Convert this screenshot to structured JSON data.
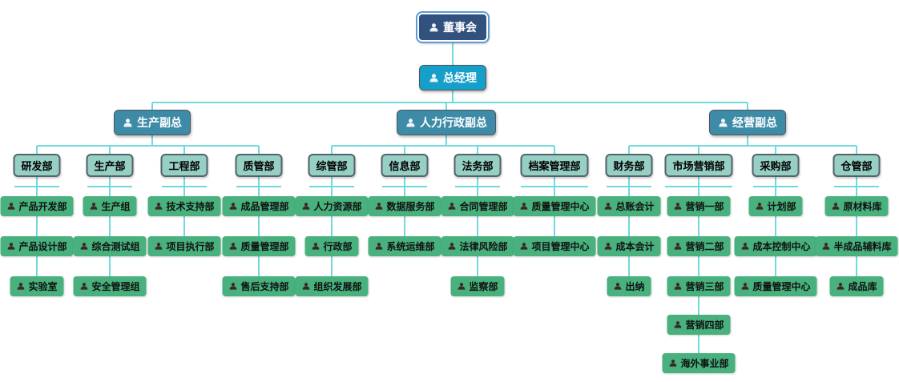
{
  "org": {
    "root_label": "董事会",
    "gm_label": "总经理",
    "branches": [
      {
        "label": "生产副总",
        "departments": [
          {
            "label": "研发部",
            "teams": [
              "产品开发部",
              "产品设计部",
              "实验室"
            ]
          },
          {
            "label": "生产部",
            "teams": [
              "生产组",
              "综合测试组",
              "安全管理组"
            ]
          },
          {
            "label": "工程部",
            "teams": [
              "技术支持部",
              "项目执行部"
            ]
          },
          {
            "label": "质管部",
            "teams": [
              "成品管理部",
              "质量管理部",
              "售后支持部"
            ]
          }
        ]
      },
      {
        "label": "人力行政副总",
        "departments": [
          {
            "label": "综管部",
            "teams": [
              "人力资源部",
              "行政部",
              "组织发展部"
            ]
          },
          {
            "label": "信息部",
            "teams": [
              "数据服务部",
              "系统运维部"
            ]
          },
          {
            "label": "法务部",
            "teams": [
              "合同管理部",
              "法律风险部",
              "监察部"
            ]
          },
          {
            "label": "档案管理部",
            "teams": [
              "质量管理中心",
              "项目管理中心"
            ]
          }
        ]
      },
      {
        "label": "经营副总",
        "departments": [
          {
            "label": "财务部",
            "teams": [
              "总账会计",
              "成本会计",
              "出纳"
            ]
          },
          {
            "label": "市场营销部",
            "teams": [
              "营销一部",
              "营销二部",
              "营销三部",
              "营销四部",
              "海外事业部"
            ]
          },
          {
            "label": "采购部",
            "teams": [
              "计划部",
              "成本控制中心",
              "质量管理中心"
            ]
          },
          {
            "label": "仓管部",
            "teams": [
              "原材料库",
              "半成品辅料库",
              "成品库"
            ]
          }
        ]
      }
    ],
    "colors": {
      "root_fill": "#33517e",
      "root_rim": "#5b9bd5",
      "gm_fill": "#16a0c9",
      "vp_fill": "#3e8ba7",
      "dept_fill": "#96cfc3",
      "team_fill": "#48b17e",
      "connector": "#70d9dc",
      "team_icon": "#3d2727"
    }
  }
}
